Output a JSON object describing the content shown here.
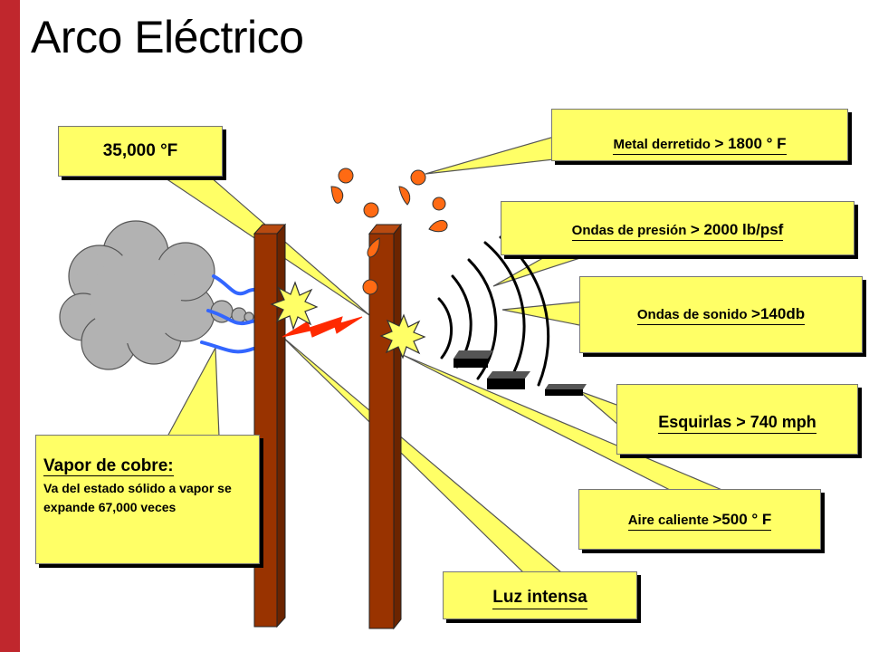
{
  "title": "Arco Eléctrico",
  "callouts": {
    "temperature": {
      "value": "35,000 °F"
    },
    "molten_metal": {
      "label": "Metal derretido",
      "value": "> 1800 ° F"
    },
    "pressure_waves": {
      "label": "Ondas de presión",
      "value": "> 2000 lb/psf"
    },
    "sound_waves": {
      "label": "Ondas de sonido",
      "value": ">140db"
    },
    "shrapnel": {
      "label": "Esquirlas",
      "value": "> 740 mph"
    },
    "hot_air": {
      "label": "Aire caliente",
      "value": ">500 ° F"
    },
    "intense_light": {
      "label": "Luz intensa"
    },
    "copper_vapor": {
      "title": "Vapor de cobre:",
      "description": "Va del estado sólido a vapor se expande 67,000 veces"
    }
  },
  "colors": {
    "accent_bar": "#c0272d",
    "callout_fill": "#ffff66",
    "pole": "#993300",
    "droplet": "#ff6a13",
    "cloud": "#b2b2b2",
    "heat_lines": "#3366ff",
    "spark": "#ff2a00"
  },
  "icons": [
    "cloud-icon",
    "droplet-icon",
    "spark-icon",
    "lightning-icon",
    "shrapnel-icon",
    "sound-wave-icon"
  ]
}
